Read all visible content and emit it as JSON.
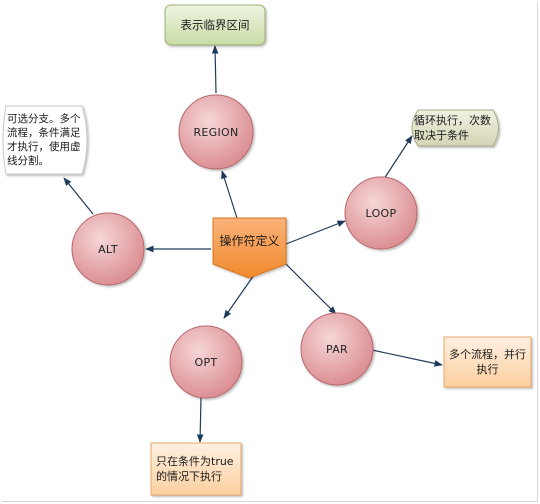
{
  "center": {
    "label": "操作符定义"
  },
  "operators": [
    {
      "key": "region",
      "label": "REGION",
      "note": "表示临界区间"
    },
    {
      "key": "loop",
      "label": "LOOP",
      "note": "循环执行，次数\n取决于条件"
    },
    {
      "key": "par",
      "label": "PAR",
      "note": "多个流程，并行\n执行"
    },
    {
      "key": "opt",
      "label": "OPT",
      "note": "只在条件为true\n的情况下执行"
    },
    {
      "key": "alt",
      "label": "ALT",
      "note": "可选分支。多个\n流程，条件满足\n才执行，使用虚\n线分割。"
    }
  ],
  "colors": {
    "circle_fill": "#e8a3a6",
    "circle_stroke": "#b8686c",
    "center_fill": "#f79646",
    "green_box": "#d7e4bd",
    "olive_shape": "#dcdcc2",
    "peach_box": "#fdd9b5",
    "connector": "#1f3b5c"
  }
}
